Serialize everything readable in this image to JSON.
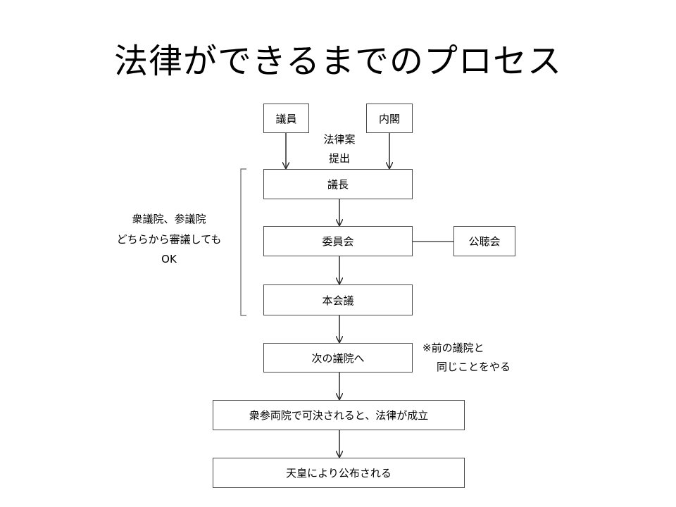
{
  "title": "法律ができるまでのプロセス",
  "nodes": {
    "giin": "議員",
    "naikaku": "内閣",
    "gicho": "議長",
    "iinkai": "委員会",
    "kochokai": "公聴会",
    "honkaigi": "本会議",
    "tsugi": "次の議院へ",
    "seiritsu": "衆参両院で可決されると、法律が成立",
    "kofu": "天皇により公布される"
  },
  "labels": {
    "teishutsu_1": "法律案",
    "teishutsu_2": "提出",
    "either_1": "衆議院、参議院",
    "either_2": "どちらから審議しても",
    "either_3": "OK",
    "note_1": "※前の議院と",
    "note_2": "同じことをやる"
  },
  "colors": {
    "line": "#2a2a2a",
    "border": "#4a4a4a",
    "bracket": "#666666"
  }
}
